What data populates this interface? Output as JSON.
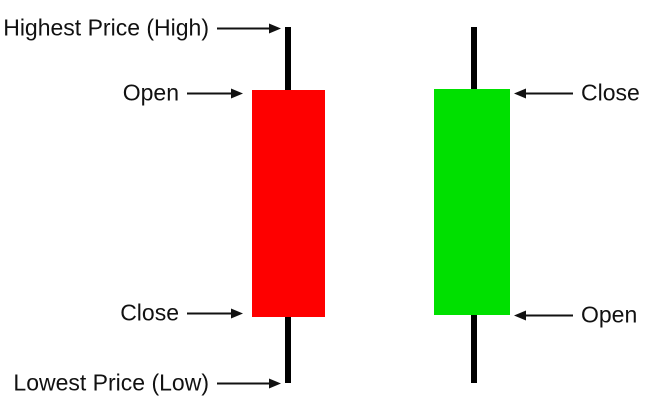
{
  "diagram": {
    "bearish_candle": {
      "type": "bearish",
      "body_color": "#fe0000",
      "labels": {
        "high": "Highest Price (High)",
        "open": "Open",
        "close": "Close",
        "low": "Lowest Price (Low)"
      }
    },
    "bullish_candle": {
      "type": "bullish",
      "body_color": "#00e000",
      "labels": {
        "close": "Close",
        "open": "Open"
      }
    }
  },
  "colors": {
    "background": "#ffffff",
    "bearish_body": "#fe0000",
    "bullish_body": "#00e000",
    "wick": "#000000",
    "text": "#111111",
    "arrow": "#111111"
  }
}
